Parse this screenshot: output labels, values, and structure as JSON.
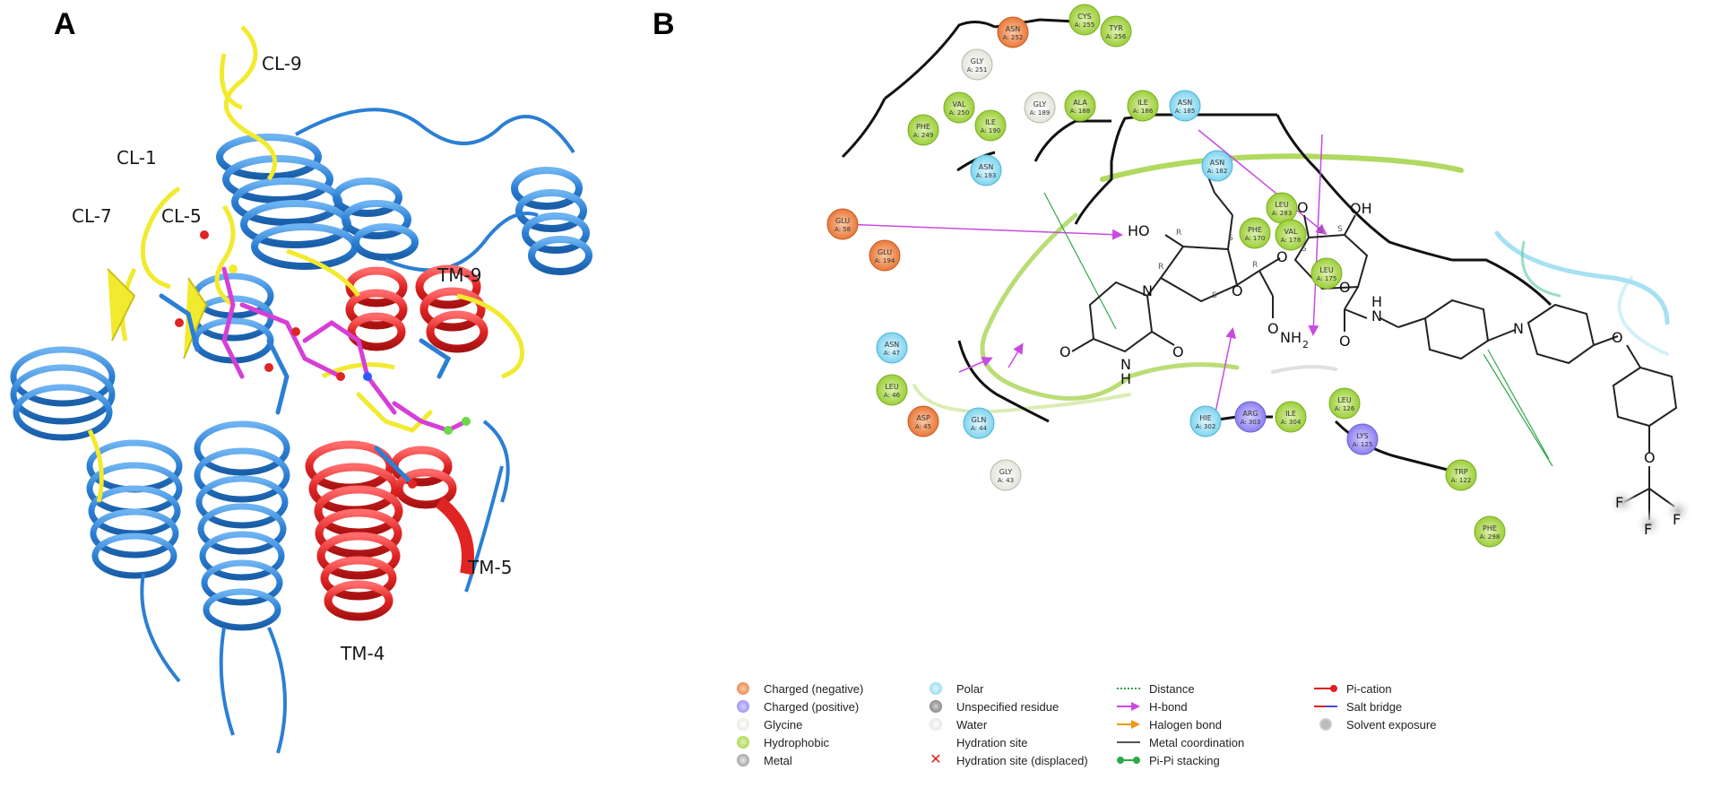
{
  "panels": {
    "a": {
      "letter": "A",
      "labels": {
        "cl9": "CL-9",
        "cl1": "CL-1",
        "cl7": "CL-7",
        "cl5": "CL-5",
        "tm9": "TM-9",
        "tm5": "TM-5",
        "tm4": "TM-4"
      }
    },
    "b": {
      "letter": "B"
    }
  },
  "colors": {
    "helix_blue": "#2b7fd4",
    "loop_yellow": "#f2ea2e",
    "helix_red": "#e02424",
    "ligand_magenta": "#d63fd6",
    "negative": "#e8793a",
    "positive": "#8b7ff0",
    "glycine": "#f4f4f0",
    "hydrophobic": "#9ccf3a",
    "polar": "#7fd4ee",
    "unspecified": "#9a9a9a",
    "hbond": "#c84ae0",
    "pipi": "#2fa84a",
    "pication": "#e02020",
    "saltbridge": "#7a4fd8"
  },
  "residues": [
    {
      "id": "cys255",
      "name": "CYS",
      "num": "A: 255",
      "type": "hydrophobic"
    },
    {
      "id": "tyr256",
      "name": "TYR",
      "num": "A: 256",
      "type": "hydrophobic"
    },
    {
      "id": "asn252",
      "name": "ASN",
      "num": "A: 252",
      "type": "negative"
    },
    {
      "id": "gly251",
      "name": "GLY",
      "num": "A: 251",
      "type": "glycine"
    },
    {
      "id": "val250",
      "name": "VAL",
      "num": "A: 250",
      "type": "hydrophobic"
    },
    {
      "id": "phe249",
      "name": "PHE",
      "num": "A: 249",
      "type": "hydrophobic"
    },
    {
      "id": "ile190",
      "name": "ILE",
      "num": "A: 190",
      "type": "hydrophobic"
    },
    {
      "id": "gly189",
      "name": "GLY",
      "num": "A: 189",
      "type": "glycine"
    },
    {
      "id": "ala188",
      "name": "ALA",
      "num": "A: 188",
      "type": "hydrophobic"
    },
    {
      "id": "ile186",
      "name": "ILE",
      "num": "A: 186",
      "type": "hydrophobic"
    },
    {
      "id": "asn185",
      "name": "ASN",
      "num": "A: 185",
      "type": "polar"
    },
    {
      "id": "asn193",
      "name": "ASN",
      "num": "A: 193",
      "type": "polar"
    },
    {
      "id": "asn182",
      "name": "ASN",
      "num": "A: 182",
      "type": "polar"
    },
    {
      "id": "leu283",
      "name": "LEU",
      "num": "A: 283",
      "type": "hydrophobic"
    },
    {
      "id": "phe170",
      "name": "PHE",
      "num": "A: 170",
      "type": "hydrophobic"
    },
    {
      "id": "val178",
      "name": "VAL",
      "num": "A: 178",
      "type": "hydrophobic"
    },
    {
      "id": "leu175",
      "name": "LEU",
      "num": "A: 175",
      "type": "hydrophobic"
    },
    {
      "id": "glu58",
      "name": "GLU",
      "num": "A: 58",
      "type": "negative"
    },
    {
      "id": "glu194",
      "name": "GLU",
      "num": "A: 194",
      "type": "negative"
    },
    {
      "id": "asn47",
      "name": "ASN",
      "num": "A: 47",
      "type": "polar"
    },
    {
      "id": "leu46",
      "name": "LEU",
      "num": "A: 46",
      "type": "hydrophobic"
    },
    {
      "id": "asp45",
      "name": "ASP",
      "num": "A: 45",
      "type": "negative"
    },
    {
      "id": "gln44",
      "name": "GLN",
      "num": "A: 44",
      "type": "polar"
    },
    {
      "id": "gly43",
      "name": "GLY",
      "num": "A: 43",
      "type": "glycine"
    },
    {
      "id": "hie302",
      "name": "HIE",
      "num": "A: 302",
      "type": "polar"
    },
    {
      "id": "arg303",
      "name": "ARG",
      "num": "A: 303",
      "type": "positive"
    },
    {
      "id": "ile304",
      "name": "ILE",
      "num": "A: 304",
      "type": "hydrophobic"
    },
    {
      "id": "leu126",
      "name": "LEU",
      "num": "A: 126",
      "type": "hydrophobic"
    },
    {
      "id": "lys125",
      "name": "LYS",
      "num": "A: 125",
      "type": "positive"
    },
    {
      "id": "trp122",
      "name": "TRP",
      "num": "A: 122",
      "type": "hydrophobic"
    },
    {
      "id": "phe298",
      "name": "PHE",
      "num": "A: 298",
      "type": "hydrophobic"
    }
  ],
  "ligand": {
    "atoms": {
      "o": "O",
      "ho": "HO",
      "oh": "OH",
      "n": "N",
      "h": "H",
      "nh2": "NH",
      "nh2_sub": "2",
      "f": "F"
    },
    "stereo": {
      "r": "R",
      "s": "S"
    }
  },
  "legend": {
    "col1": [
      "Charged (negative)",
      "Charged (positive)",
      "Glycine",
      "Hydrophobic",
      "Metal"
    ],
    "col2": [
      "Polar",
      "Unspecified residue",
      "Water",
      "Hydration site",
      "Hydration site (displaced)"
    ],
    "col3": [
      "Distance",
      "H-bond",
      "Halogen bond",
      "Metal coordination",
      "Pi-Pi stacking"
    ],
    "col4": [
      "Pi-cation",
      "Salt bridge",
      "Solvent exposure"
    ]
  }
}
